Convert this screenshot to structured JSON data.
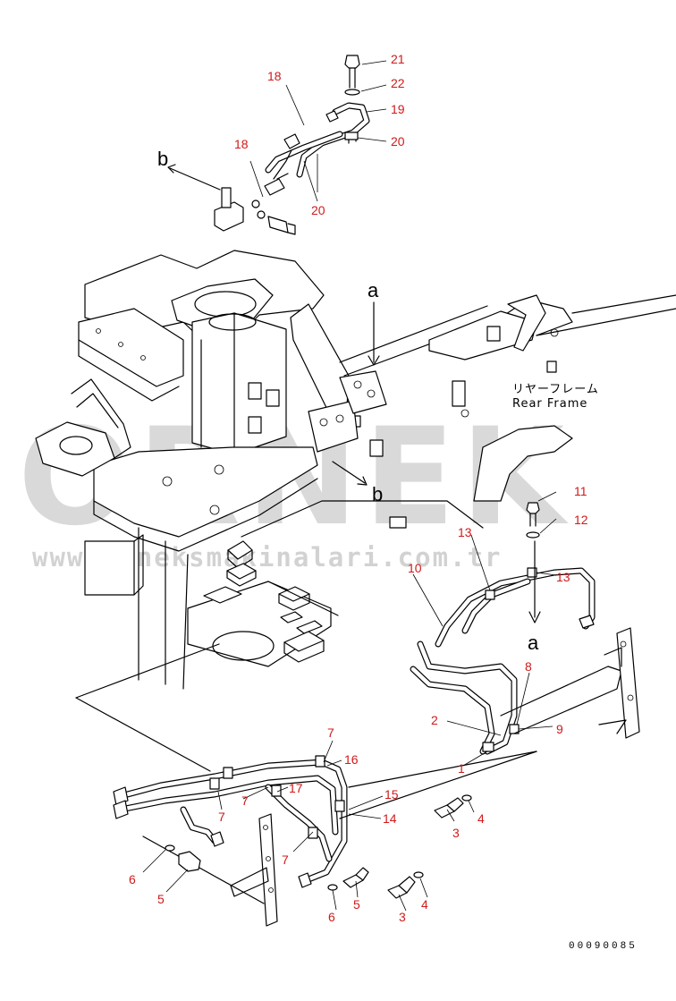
{
  "diagram": {
    "callouts": [
      "1",
      "2",
      "3",
      "4",
      "5",
      "6",
      "7",
      "8",
      "9",
      "10",
      "11",
      "12",
      "13",
      "14",
      "15",
      "16",
      "17",
      "18",
      "19",
      "20",
      "21",
      "22"
    ],
    "view_marks": [
      "a",
      "b"
    ],
    "frame_label_jp": "リヤーフレーム",
    "frame_label_en": "Rear Frame",
    "drawing_code": "00090085",
    "watermark": "ORNEK",
    "watermark_url": "www.orneksmakinalari.com.tr"
  }
}
